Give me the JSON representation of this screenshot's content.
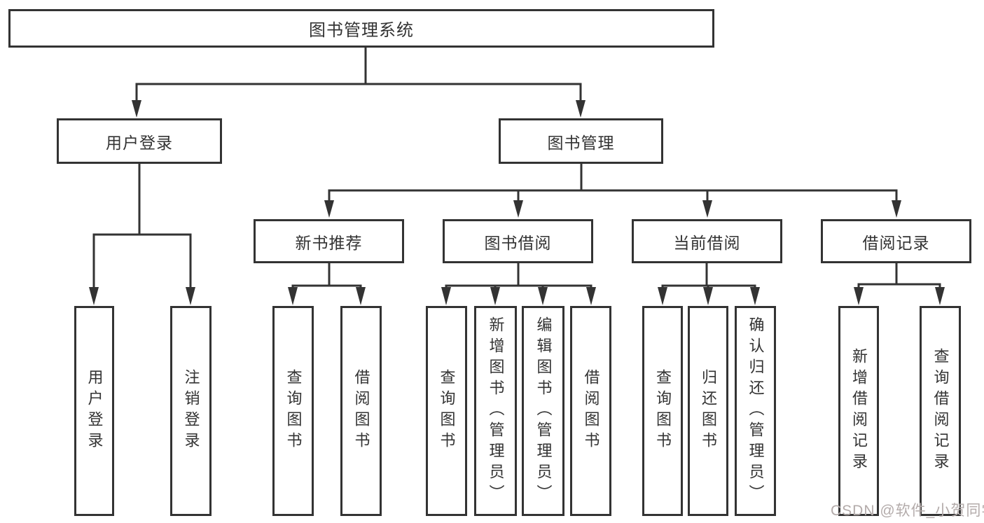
{
  "diagram": {
    "title": "图书管理系统",
    "nodes": {
      "root": "图书管理系统",
      "userLogin": "用户登录",
      "bookMgmt": "图书管理",
      "newBook": "新书推荐",
      "bookBorrow": "图书借阅",
      "currentBorrow": "当前借阅",
      "borrowRecord": "借阅记录",
      "leafUserLogin": "用户登录",
      "leafLogout": "注销登录",
      "nbQueryBook": "查询图书",
      "nbBorrowBook": "借阅图书",
      "bbQueryBook": "查询图书",
      "bbAddBook": "新增图书（管理员）",
      "bbEditBook": "编辑图书（管理员）",
      "bbBorrowBook": "借阅图书",
      "cbQueryBook": "查询图书",
      "cbReturnBook": "归还图书",
      "cbConfirmReturn": "确认归还（管理员）",
      "brAddRecord": "新增借阅记录",
      "brQueryRecord": "查询借阅记录"
    }
  },
  "watermark": "CSDN @软件_小贺同学",
  "colors": {
    "line": "#333333",
    "text": "#333333",
    "background": "#ffffff",
    "watermark": "#b3abaa"
  }
}
